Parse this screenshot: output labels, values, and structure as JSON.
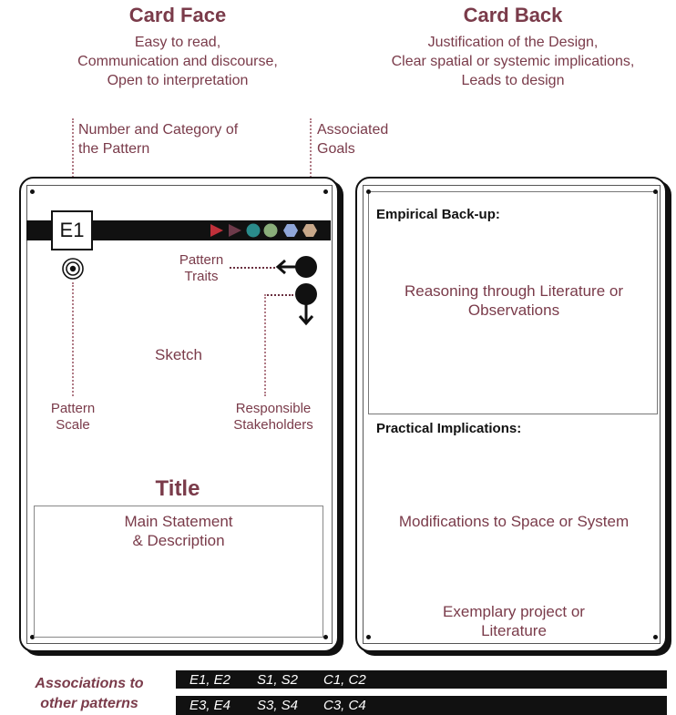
{
  "card_face": {
    "heading": "Card Face",
    "lines": [
      "Easy to read,",
      "Communication and discourse,",
      "Open to interpretation"
    ],
    "number_label": [
      "Number and Category of",
      "the Pattern"
    ],
    "goals_label": [
      "Associated",
      "Goals"
    ],
    "pattern_id": "E1",
    "traits_label": [
      "Pattern",
      "Traits"
    ],
    "sketch": "Sketch",
    "scale_label": [
      "Pattern",
      "Scale"
    ],
    "stakeholders_label": [
      "Responsible",
      "Stakeholders"
    ],
    "title": "Title",
    "statement": [
      "Main Statement",
      "& Description"
    ],
    "goal_colors": [
      "#c0303a",
      "#6d3a4a",
      "#2a8c8c",
      "#8aae7a",
      "#8fa6d8",
      "#c8a88a"
    ]
  },
  "card_back": {
    "heading": "Card Back",
    "lines": [
      "Justification of the Design,",
      "Clear spatial or systemic implications,",
      "Leads to design"
    ],
    "empirical_heading": "Empirical Back-up:",
    "empirical_text": [
      "Reasoning through Literature or",
      "Observations"
    ],
    "practical_heading": "Practical Implications:",
    "practical_text": "Modifications to Space or System",
    "exemplary_text": [
      "Exemplary project or",
      "Literature"
    ]
  },
  "associations": {
    "label": [
      "Associations to",
      "other patterns"
    ],
    "rows": [
      [
        "E1, E2",
        "S1, S2",
        "C1, C2"
      ],
      [
        "E3, E4",
        "S3, S4",
        "C3, C4"
      ]
    ]
  }
}
